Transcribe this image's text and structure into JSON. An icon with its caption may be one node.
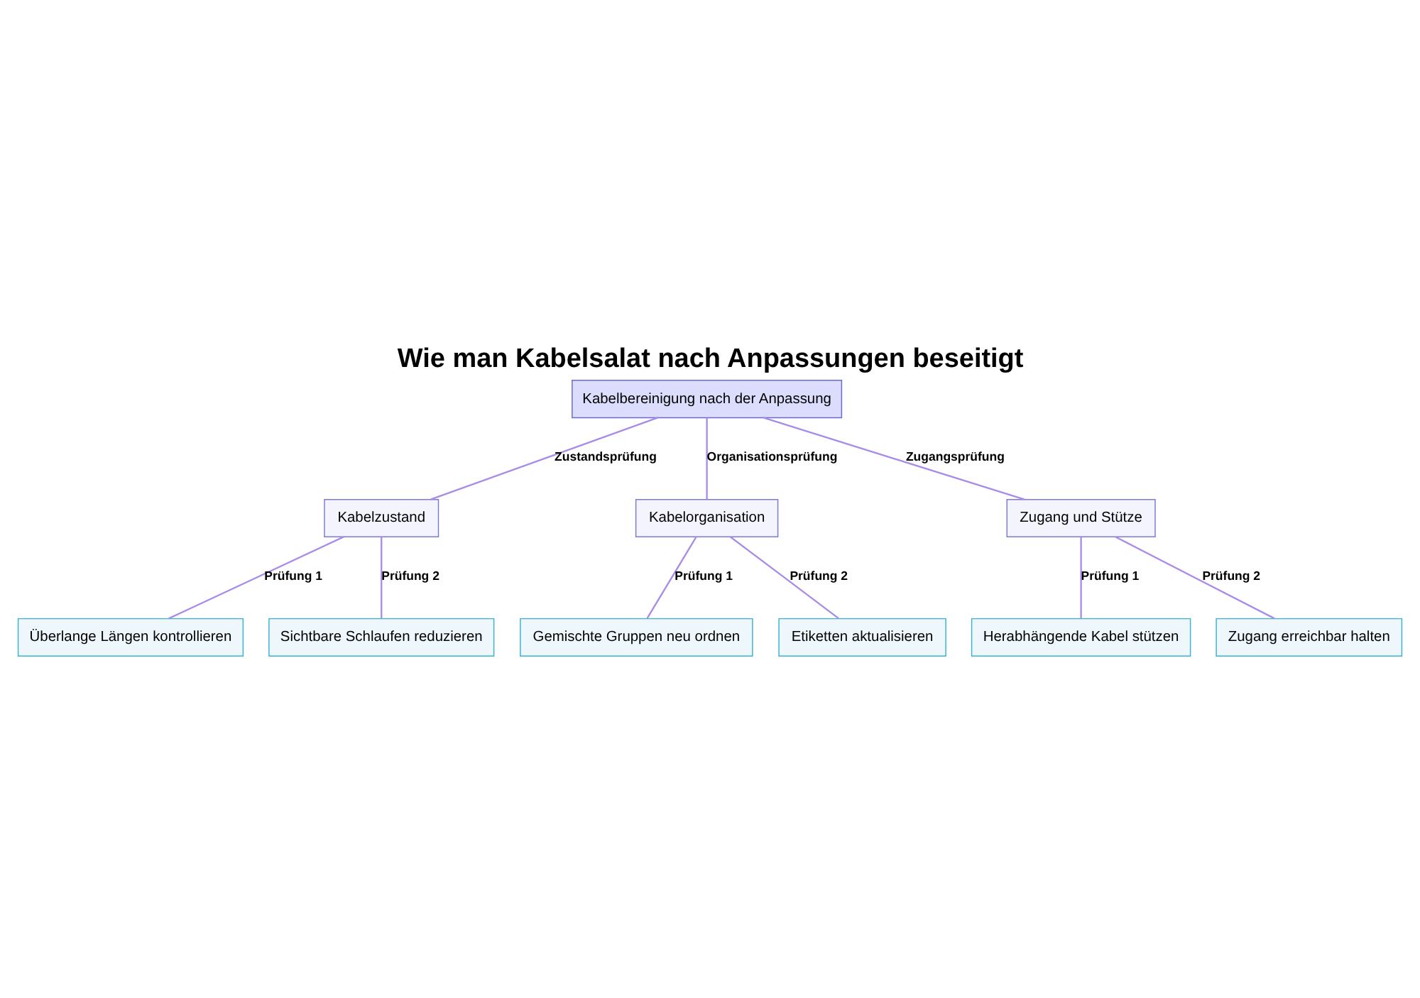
{
  "diagram": {
    "title": "Wie man Kabelsalat nach Anpassungen beseitigt",
    "nodes": [
      {
        "text": [
          "Kabelbereinigung nach der Anpassung"
        ]
      },
      {
        "text": [
          "Kabelzustand"
        ]
      },
      {
        "text": [
          "Kabelorganisation"
        ]
      },
      {
        "text": [
          "Zugang und Stütze"
        ]
      },
      {
        "text": [
          "Überlange Längen kontrollieren"
        ]
      },
      {
        "text": [
          "Sichtbare Schlaufen reduzieren"
        ]
      },
      {
        "text": [
          "Gemischte Gruppen neu ordnen"
        ]
      },
      {
        "text": [
          "Etiketten aktualisieren"
        ]
      },
      {
        "text": [
          "Herabhängende Kabel stützen"
        ]
      },
      {
        "text": [
          "Zugang erreichbar halten"
        ]
      }
    ],
    "edges": [
      {
        "from": 0,
        "to": 1,
        "arrow": "none",
        "label": "Zustandsprüfung"
      },
      {
        "from": 0,
        "to": 2,
        "arrow": "none",
        "label": "Organisationsprüfung"
      },
      {
        "from": 0,
        "to": 3,
        "arrow": "none",
        "label": "Zugangsprüfung"
      },
      {
        "from": 1,
        "to": 4,
        "arrow": "none",
        "label": "Prüfung 1"
      },
      {
        "from": 1,
        "to": 5,
        "arrow": "none",
        "label": "Prüfung 2"
      },
      {
        "from": 2,
        "to": 6,
        "arrow": "none",
        "label": "Prüfung 1"
      },
      {
        "from": 2,
        "to": 7,
        "arrow": "none",
        "label": "Prüfung 2"
      },
      {
        "from": 3,
        "to": 8,
        "arrow": "none",
        "label": "Prüfung 1"
      },
      {
        "from": 3,
        "to": 9,
        "arrow": "none",
        "label": "Prüfung 2"
      }
    ]
  }
}
